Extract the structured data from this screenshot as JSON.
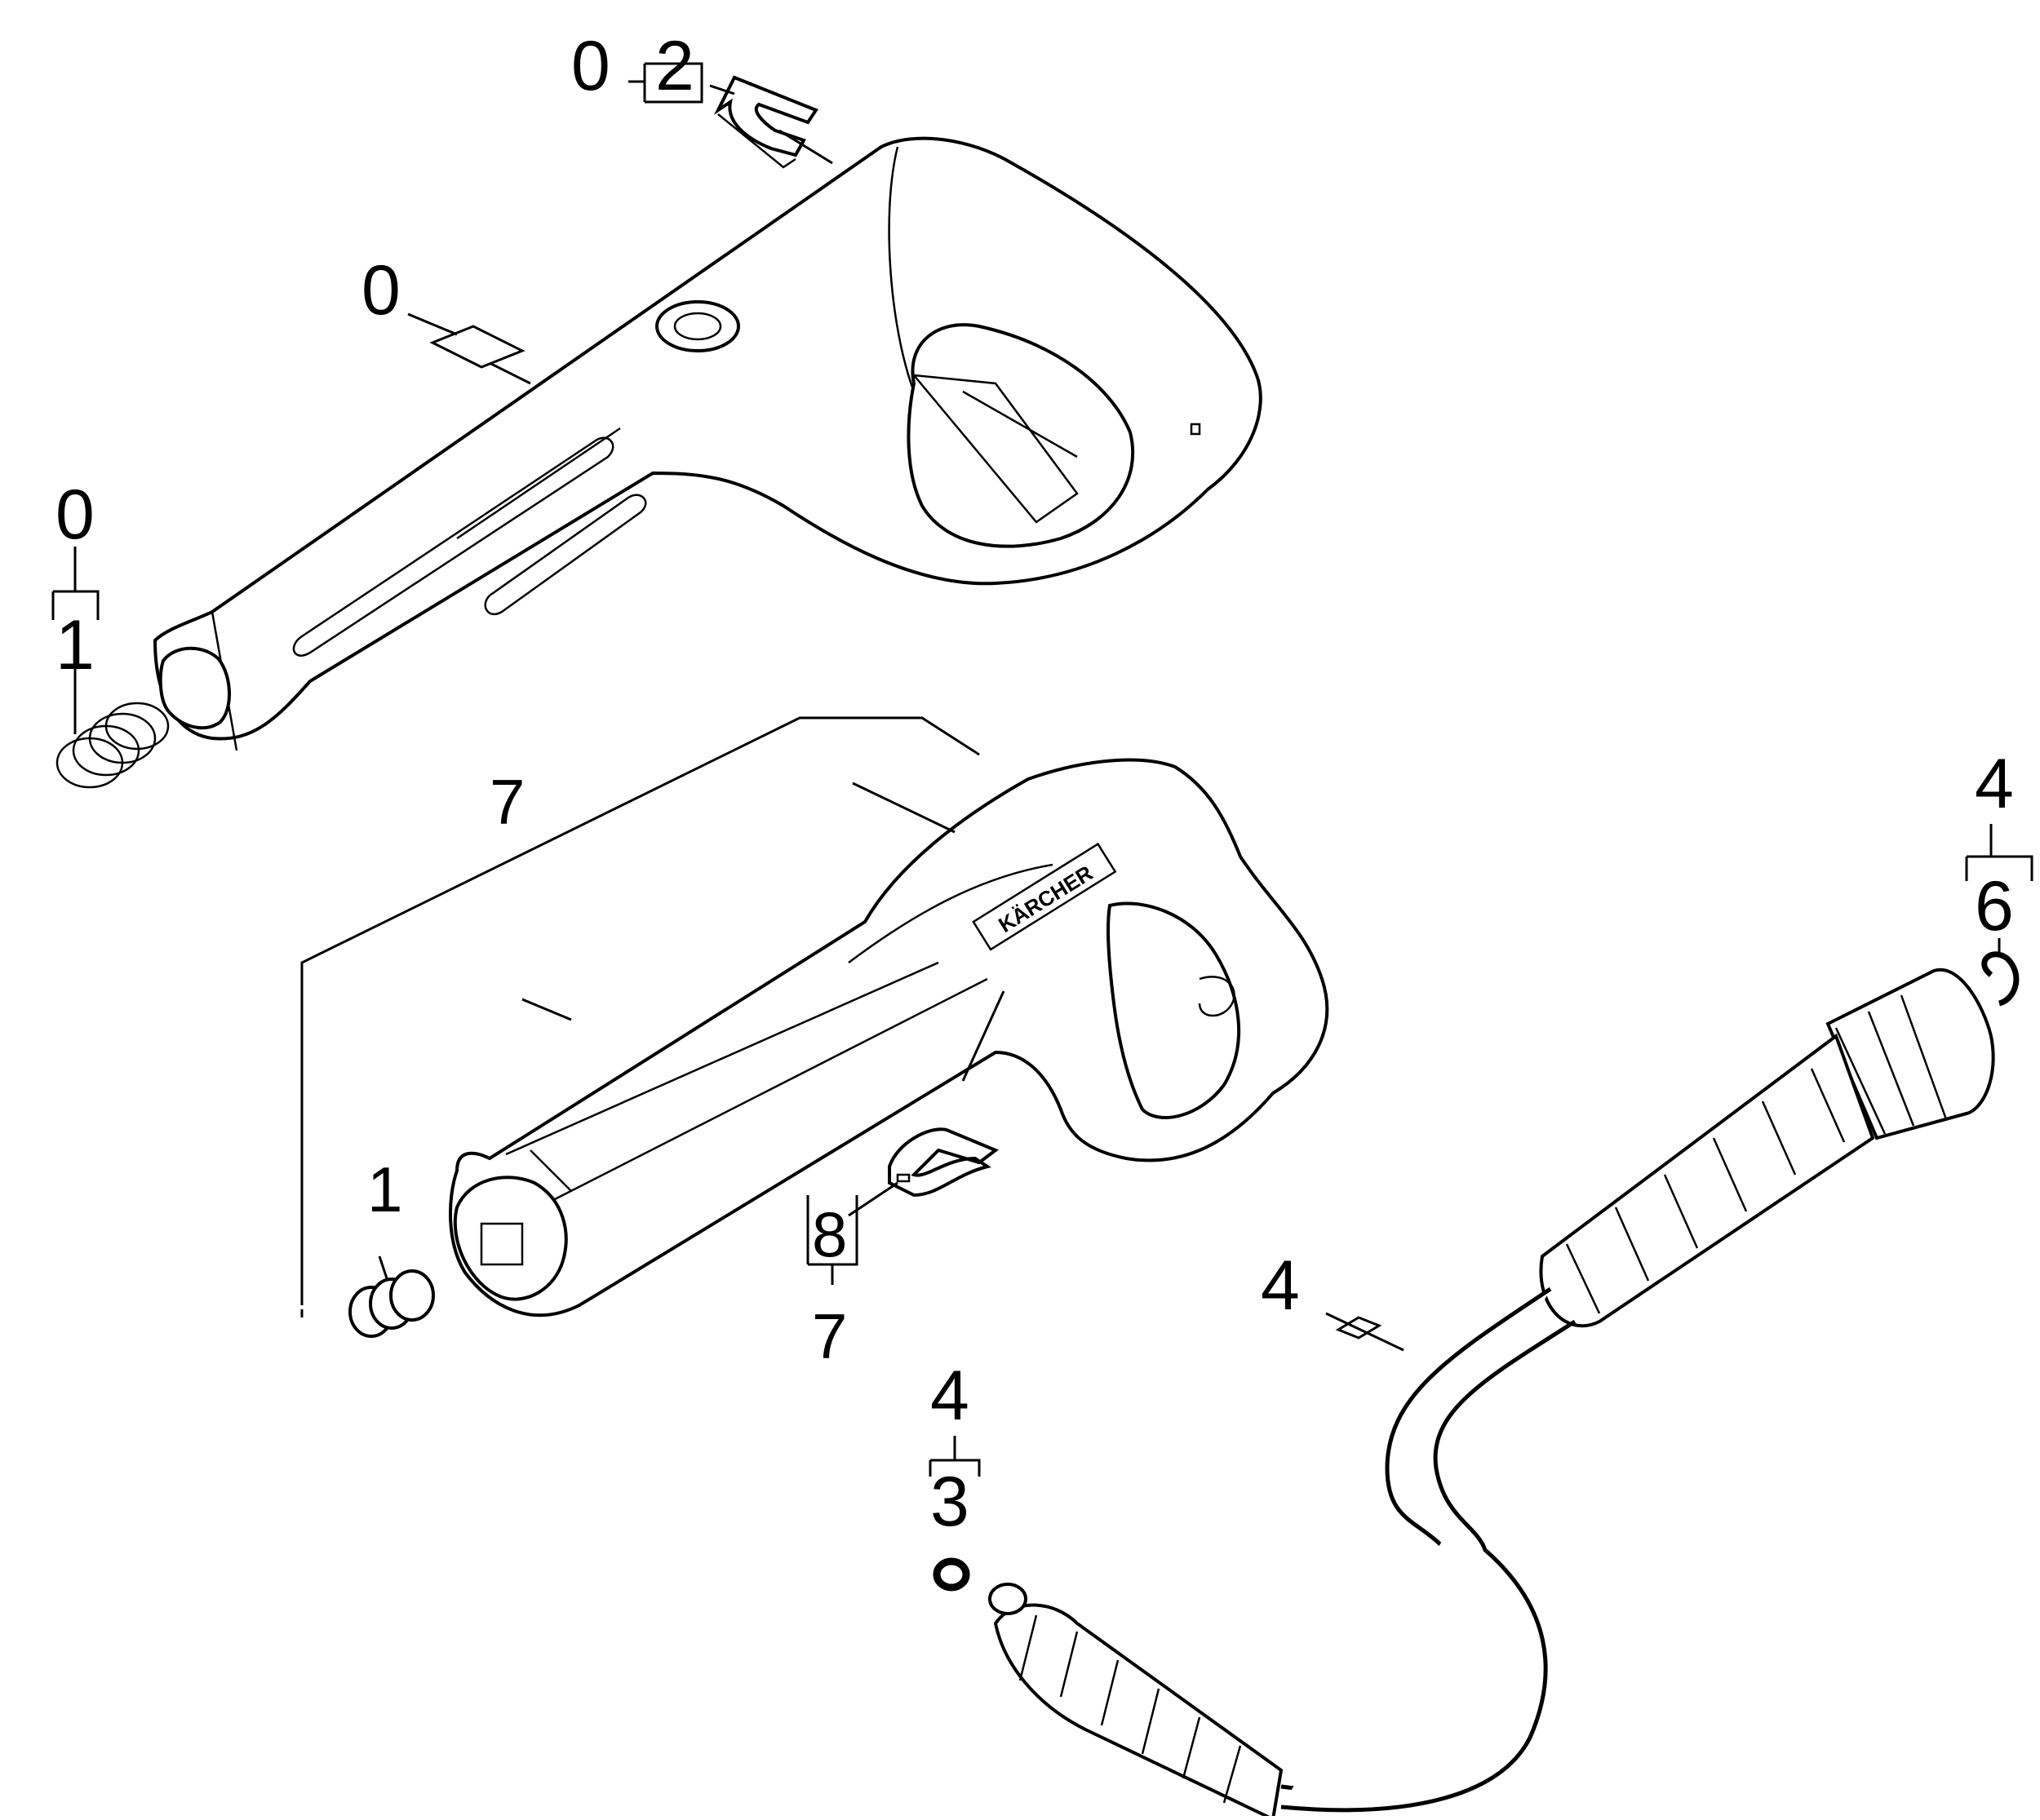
{
  "diagram": {
    "brand_text": "KÄRCHER",
    "callouts": [
      {
        "id": "c-0-top",
        "text": "0"
      },
      {
        "id": "c-2-top",
        "text": "2"
      },
      {
        "id": "c-0-mid",
        "text": "0"
      },
      {
        "id": "c-0-left",
        "text": "0"
      },
      {
        "id": "c-1-left",
        "text": "1"
      },
      {
        "id": "c-7-top",
        "text": "7"
      },
      {
        "id": "c-1-spring",
        "text": "1"
      },
      {
        "id": "c-8",
        "text": "8"
      },
      {
        "id": "c-7-bottom",
        "text": "7"
      },
      {
        "id": "c-4-right-top",
        "text": "4"
      },
      {
        "id": "c-6",
        "text": "6"
      },
      {
        "id": "c-4-hose",
        "text": "4"
      },
      {
        "id": "c-4-bottom",
        "text": "4"
      },
      {
        "id": "c-3",
        "text": "3"
      }
    ]
  }
}
